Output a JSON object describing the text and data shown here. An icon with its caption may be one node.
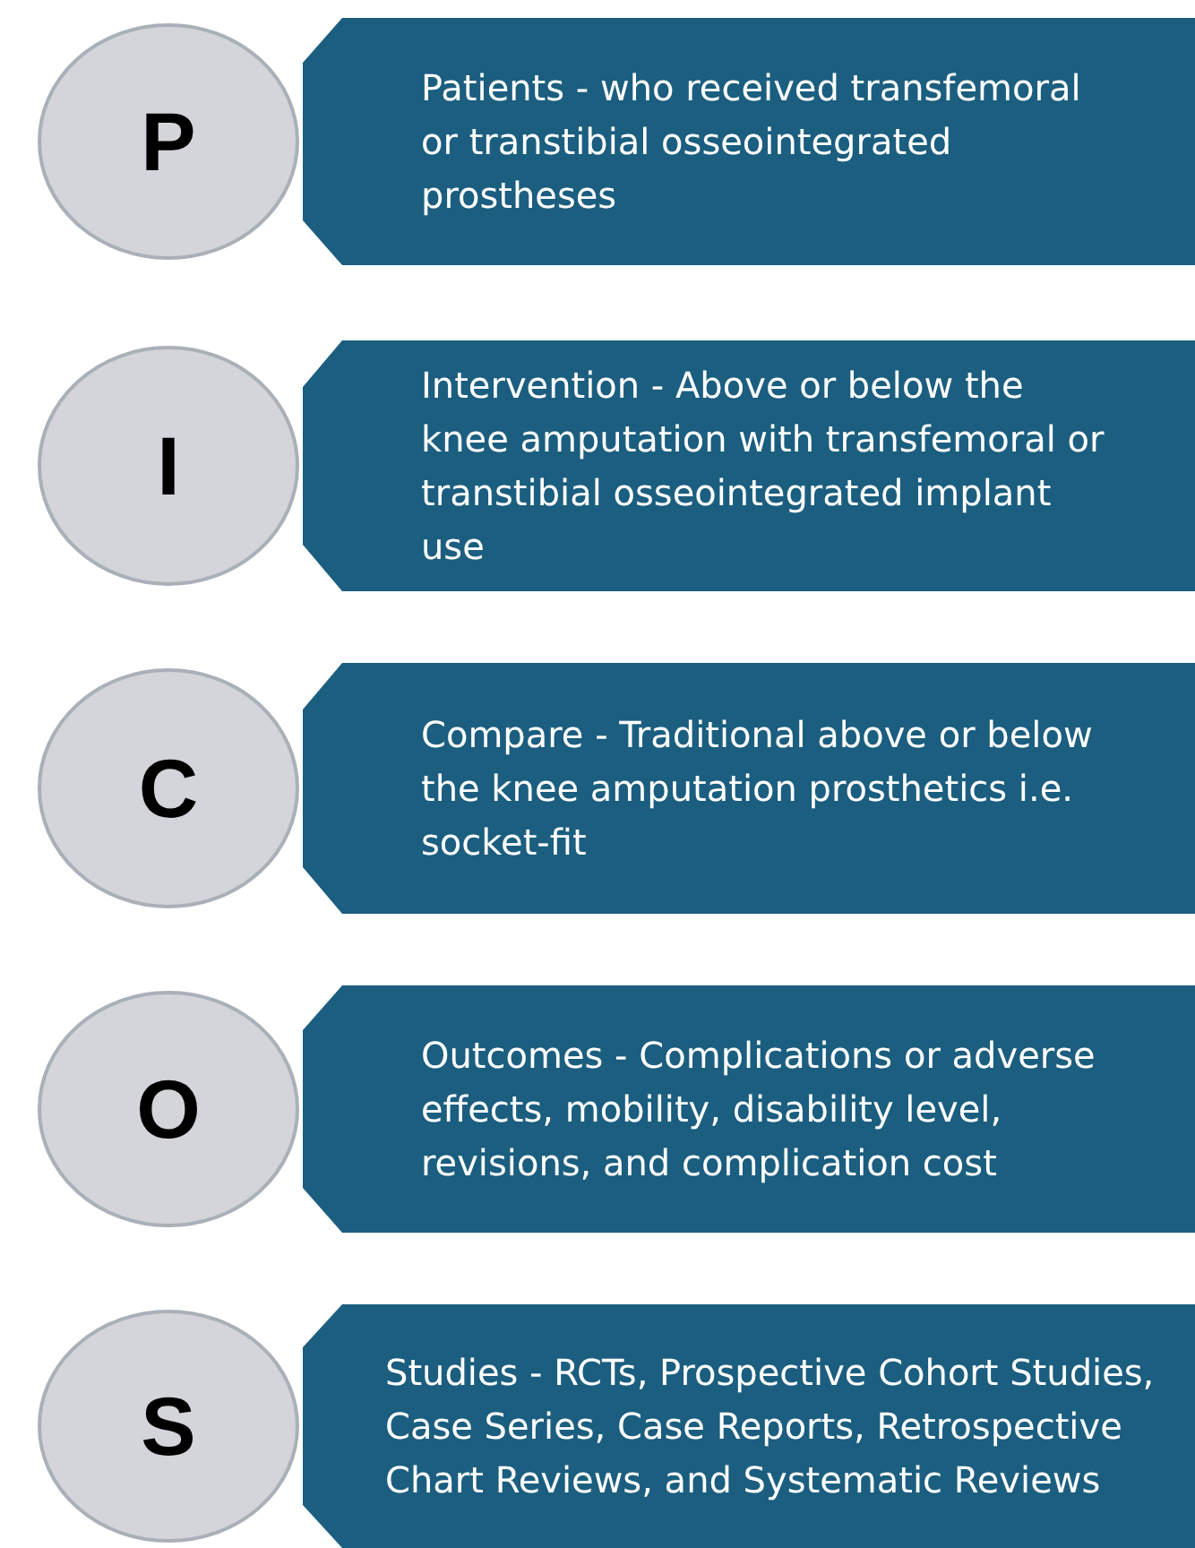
{
  "diagram": {
    "nodes": [
      {
        "text": [
          "P"
        ]
      },
      {
        "text": [
          "Patients - who received transfemoral or transtibial osseointegrated prostheses"
        ]
      },
      {
        "text": [
          "I"
        ]
      },
      {
        "text": [
          "Intervention - Above or below the knee amputation with transfemoral or transtibial osseointegrated implant use"
        ]
      },
      {
        "text": [
          "C"
        ]
      },
      {
        "text": [
          "Compare - Traditional above or below the knee amputation prosthetics i.e. socket-fit"
        ]
      },
      {
        "text": [
          "O"
        ]
      },
      {
        "text": [
          "Outcomes - Complications or adverse effects, mobility, disability level, revisions, and complication cost"
        ]
      },
      {
        "text": [
          "S"
        ]
      },
      {
        "text": [
          "Studies - RCTs, Prospective Cohort Studies, Case Series, Case Reports, Retrospective Chart Reviews, and Systematic Reviews"
        ]
      }
    ]
  }
}
